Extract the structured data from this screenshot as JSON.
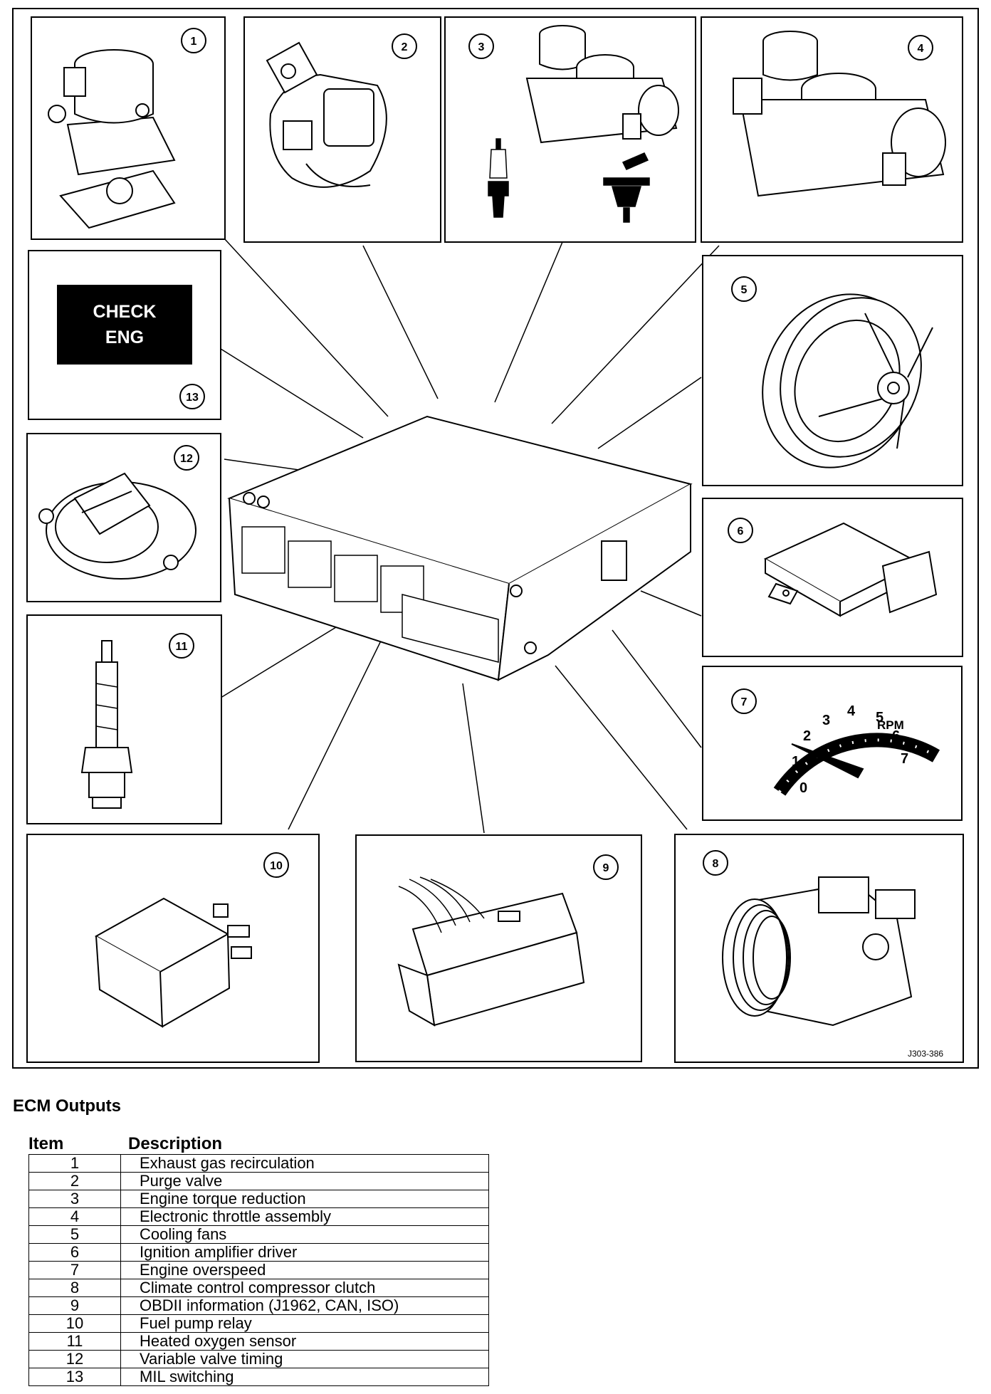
{
  "figure": {
    "callouts": [
      "1",
      "2",
      "3",
      "4",
      "5",
      "6",
      "7",
      "8",
      "9",
      "10",
      "11",
      "12",
      "13"
    ],
    "warning_lamp": [
      "CHECK",
      "ENG"
    ],
    "tach": {
      "unit": "RPM",
      "scale": [
        "0",
        "1",
        "2",
        "3",
        "4",
        "5",
        "6",
        "7"
      ]
    },
    "figure_code": "J303-386"
  },
  "section_title": "ECM Outputs",
  "table": {
    "headers": [
      "Item",
      "Description"
    ],
    "rows": [
      {
        "item": "1",
        "description": "Exhaust gas recirculation"
      },
      {
        "item": "2",
        "description": "Purge valve"
      },
      {
        "item": "3",
        "description": "Engine torque reduction"
      },
      {
        "item": "4",
        "description": "Electronic throttle assembly"
      },
      {
        "item": "5",
        "description": "Cooling fans"
      },
      {
        "item": "6",
        "description": "Ignition amplifier driver"
      },
      {
        "item": "7",
        "description": "Engine overspeed"
      },
      {
        "item": "8",
        "description": "Climate control compressor clutch"
      },
      {
        "item": "9",
        "description": "OBDII information (J1962, CAN, ISO)"
      },
      {
        "item": "10",
        "description": "Fuel pump relay"
      },
      {
        "item": "11",
        "description": "Heated oxygen sensor"
      },
      {
        "item": "12",
        "description": "Variable valve timing"
      },
      {
        "item": "13",
        "description": "MIL switching"
      }
    ]
  }
}
